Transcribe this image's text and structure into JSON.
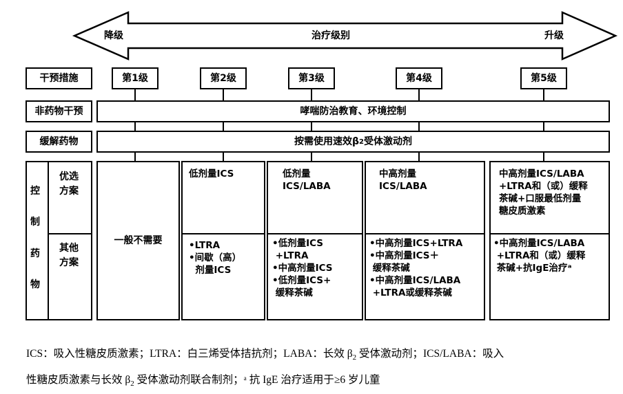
{
  "arrow": {
    "left": "降级",
    "center": "治疗级别",
    "right": "升级"
  },
  "intervention_label": "干预措施",
  "levels": [
    "第1级",
    "第2级",
    "第3级",
    "第4级",
    "第5级"
  ],
  "rows": {
    "non_drug": {
      "label": "非药物干预",
      "text": "哮喘防治教育、环境控制"
    },
    "relief": {
      "label": "缓解药物",
      "text_pre": "按需使用速效β",
      "text_sub": "2",
      "text_post": "受体激动剂"
    }
  },
  "control": {
    "label_chars": [
      "控",
      "制",
      "药",
      "物"
    ],
    "preferred_label": [
      "优选",
      "方案"
    ],
    "other_label": [
      "其他",
      "方案"
    ],
    "level1": "一般不需要",
    "preferred": [
      [
        "低剂量ICS"
      ],
      [
        "低剂量",
        "ICS/LABA"
      ],
      [
        "中高剂量",
        "ICS/LABA"
      ],
      [
        "中高剂量ICS/LABA",
        "+LTRA和（或）缓释",
        "茶碱+口服最低剂量",
        "糖皮质激素"
      ]
    ],
    "other": [
      [
        "•LTRA",
        "•间歇（高）",
        "  剂量ICS"
      ],
      [
        "•低剂量ICS",
        " +LTRA",
        "•中高剂量ICS",
        "•低剂量ICS+",
        " 缓释茶碱"
      ],
      [
        "•中高剂量ICS+LTRA",
        "•中高剂量ICS＋",
        " 缓释茶碱",
        "•中高剂量ICS/LABA",
        " +LTRA或缓释茶碱"
      ],
      [
        "•中高剂量ICS/LABA",
        " +LTRA和（或）缓释",
        " 茶碱+抗IgE治疗ᵃ"
      ]
    ]
  },
  "footnote": {
    "line1_pre": "ICS：吸入性糖皮质激素；LTRA：白三烯受体拮抗剂；LABA：长效 β",
    "line1_sub": "2",
    "line1_post": " 受体激动剂；ICS/LABA：吸入",
    "line2_pre": "性糖皮质激素与长效 β",
    "line2_sub": "2",
    "line2_post": " 受体激动剂联合制剂；ᵃ 抗 IgE 治疗适用于≥6 岁儿童"
  }
}
